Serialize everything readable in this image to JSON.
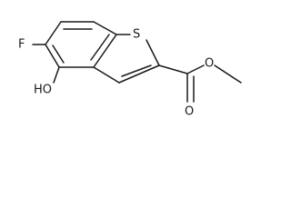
{
  "structure": {
    "atoms": {
      "fluorine": "F",
      "sulfur": "S",
      "hydroxyl": "HO",
      "carbonyl_oxygen": "O",
      "ester_oxygen": "O"
    }
  },
  "colors": {
    "bond": "#1a1a1a",
    "background": "#ffffff"
  }
}
